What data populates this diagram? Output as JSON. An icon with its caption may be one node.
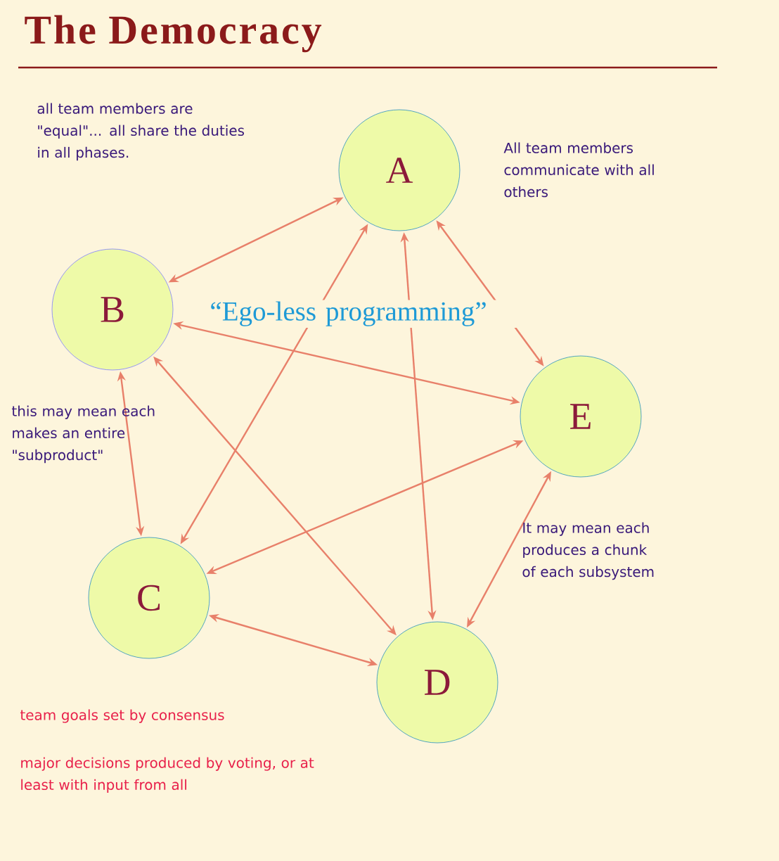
{
  "diagram": {
    "title": "The Democracy",
    "nodes": [
      {
        "text": [
          "A"
        ]
      },
      {
        "text": [
          "B"
        ]
      },
      {
        "text": [
          "E"
        ]
      },
      {
        "text": [
          "C"
        ]
      },
      {
        "text": [
          "D"
        ]
      }
    ],
    "edges": [
      {
        "from": 0,
        "to": 1,
        "arrow": "both"
      },
      {
        "from": 0,
        "to": 3,
        "arrow": "both"
      },
      {
        "from": 0,
        "to": 4,
        "arrow": "both"
      },
      {
        "from": 0,
        "to": 2,
        "arrow": "both"
      },
      {
        "from": 1,
        "to": 2,
        "arrow": "both"
      },
      {
        "from": 1,
        "to": 3,
        "arrow": "both"
      },
      {
        "from": 1,
        "to": 4,
        "arrow": "both"
      },
      {
        "from": 3,
        "to": 2,
        "arrow": "both"
      },
      {
        "from": 3,
        "to": 4,
        "arrow": "both"
      },
      {
        "from": 4,
        "to": 2,
        "arrow": "both"
      }
    ],
    "labels": [
      "all team members are \"equal\"... all share the duties in all phases.",
      "All team members communicate with all others",
      "“Ego-less programming”",
      "this may mean each makes an entire \"subproduct\"",
      "It may mean each produces a chunk of each subsystem",
      "team goals set by consensus",
      "major decisions produced by voting, or at least with input from all"
    ]
  }
}
